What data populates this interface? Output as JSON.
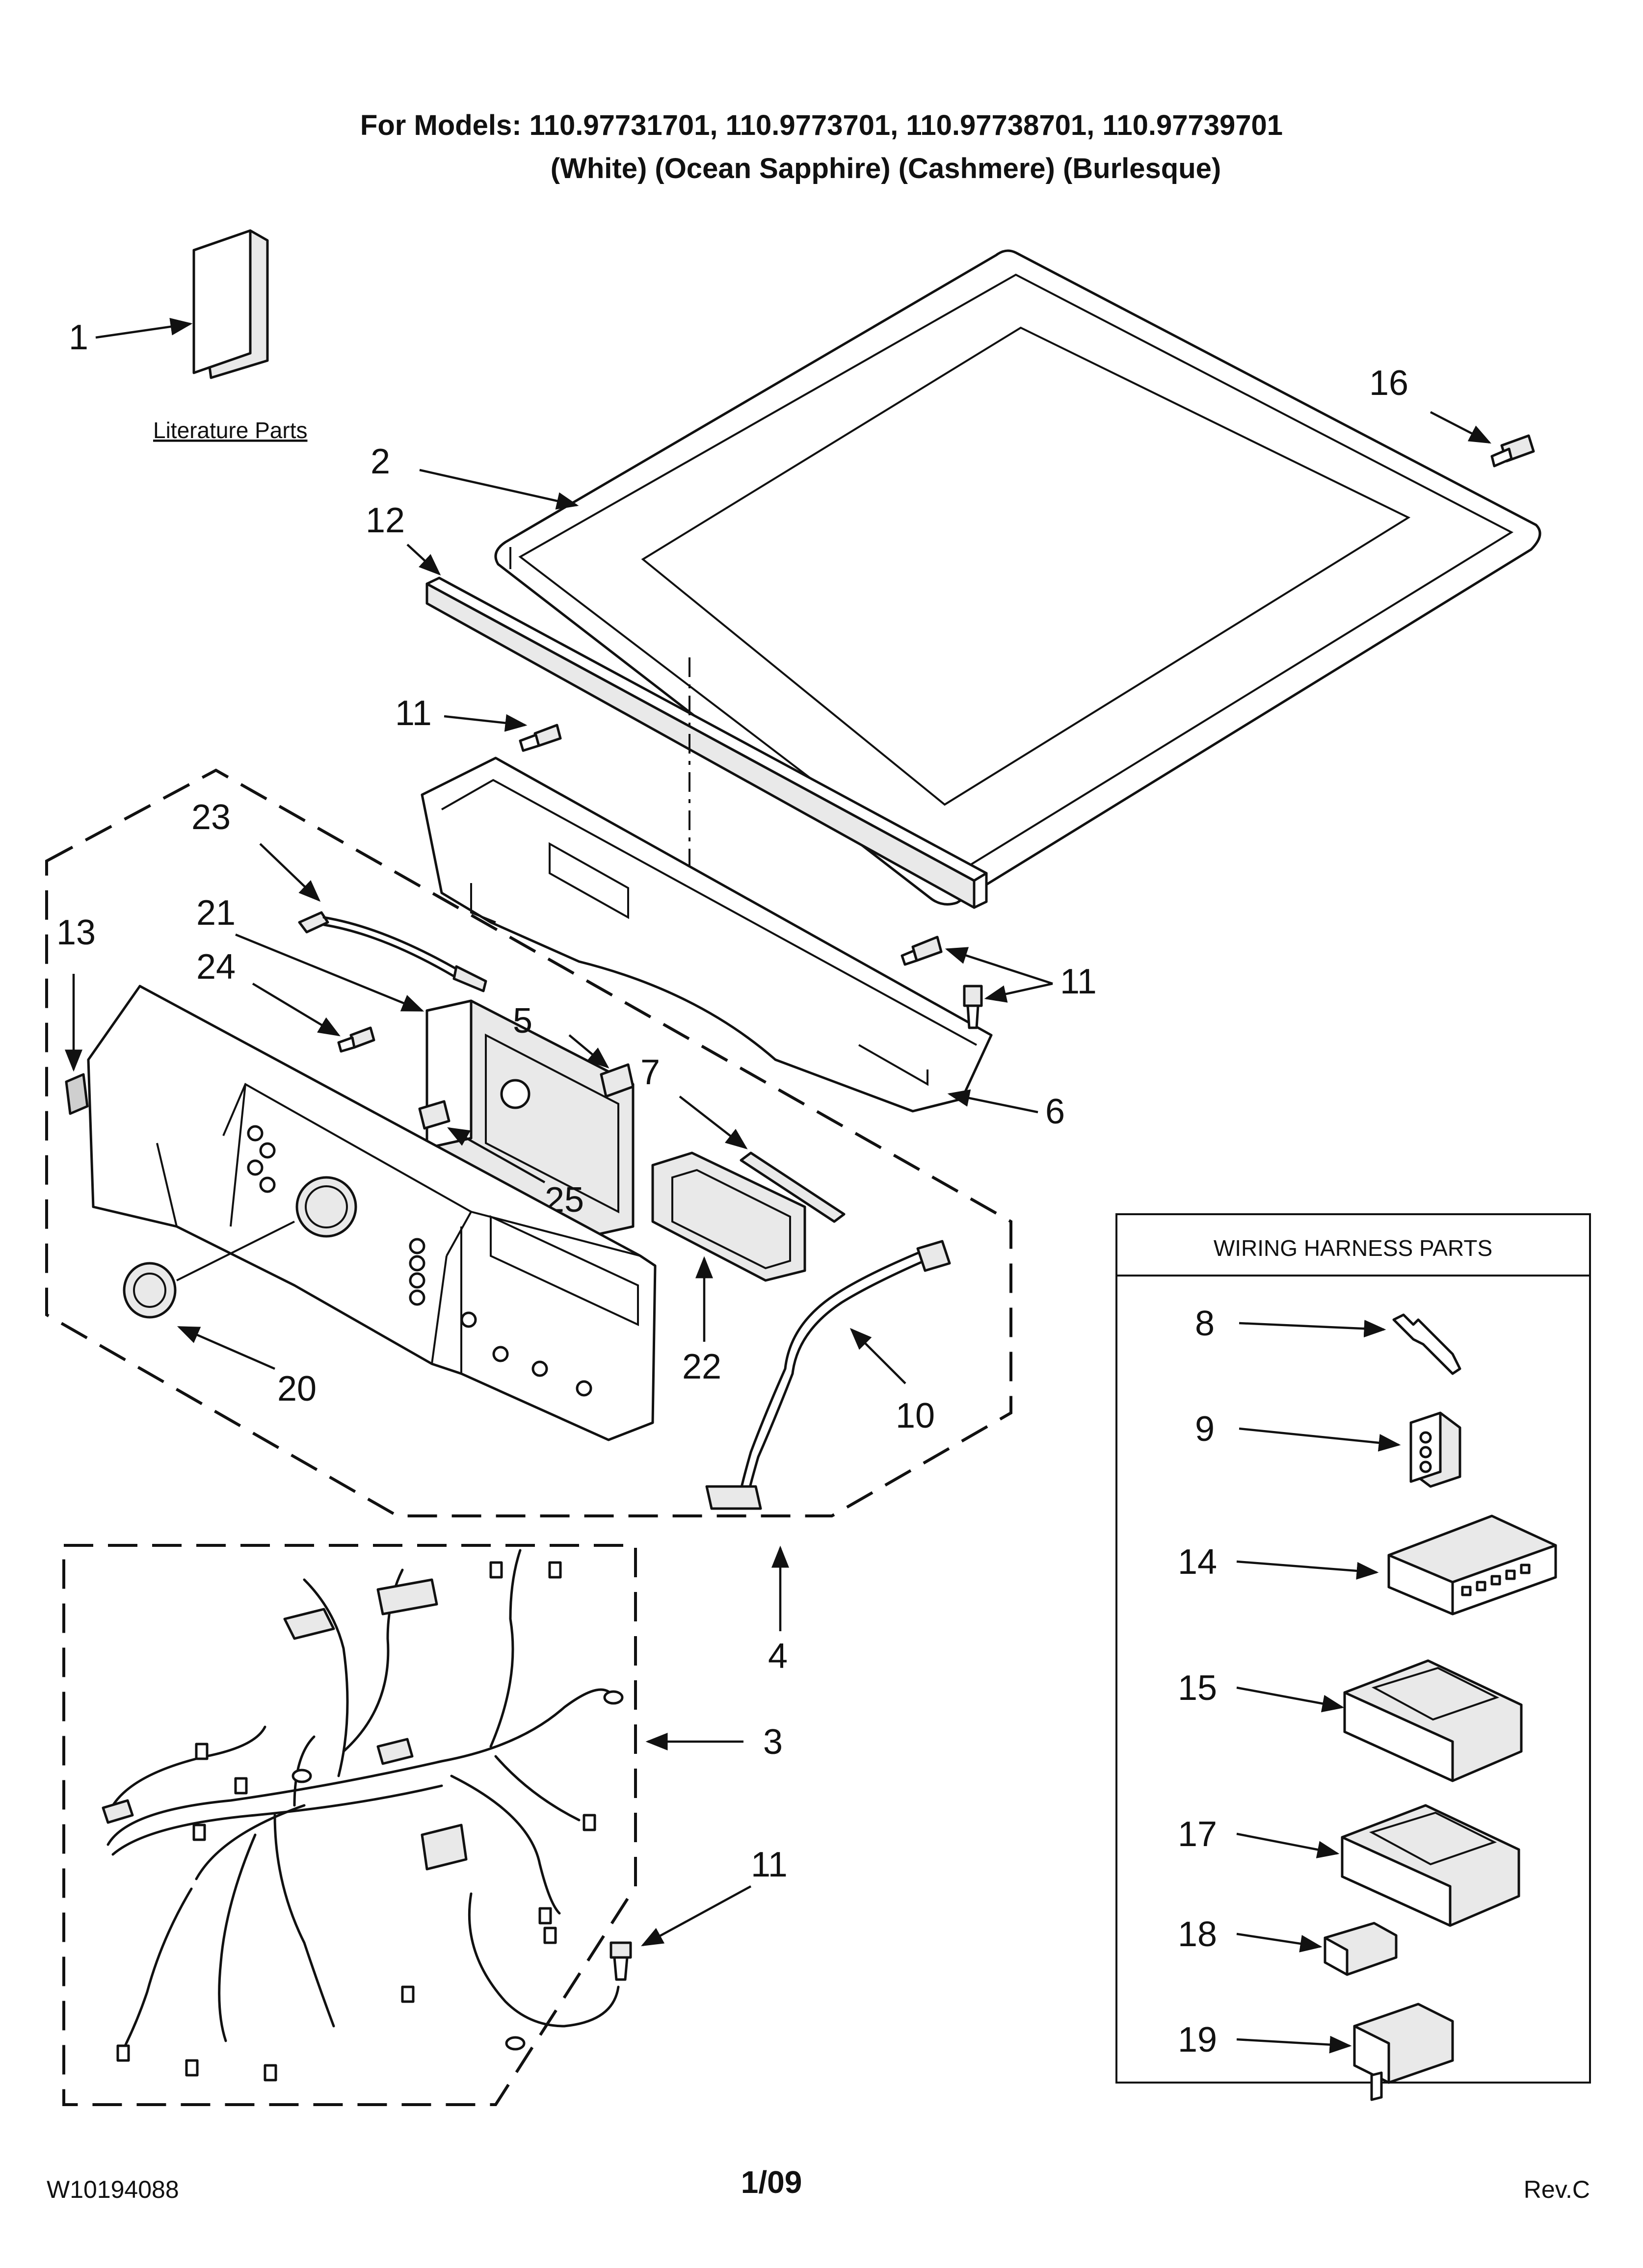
{
  "header": {
    "models_line": "For Models: 110.97731701, 110.9773701, 110.97738701, 110.97739701",
    "colors_line": "(White)  (Ocean Sapphire) (Cashmere)    (Burlesque)"
  },
  "literature_label": "Literature Parts",
  "wiring_box_title": "WIRING HARNESS PARTS",
  "callouts": {
    "c1": "1",
    "c2": "2",
    "c3": "3",
    "c4": "4",
    "c5": "5",
    "c6": "6",
    "c7": "7",
    "c8": "8",
    "c9": "9",
    "c10": "10",
    "c11a": "11",
    "c11b": "11",
    "c11c": "11",
    "c12": "12",
    "c13": "13",
    "c14": "14",
    "c15": "15",
    "c16": "16",
    "c17": "17",
    "c18": "18",
    "c19": "19",
    "c20": "20",
    "c21": "21",
    "c22": "22",
    "c23": "23",
    "c24": "24",
    "c25": "25"
  },
  "footer": {
    "doc_number": "W10194088",
    "date": "1/09",
    "revision": "Rev.C"
  }
}
